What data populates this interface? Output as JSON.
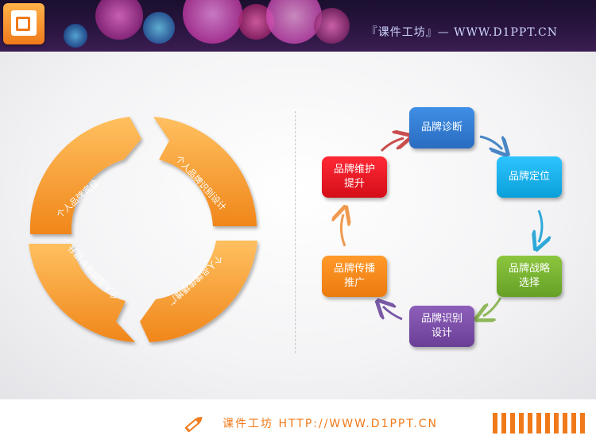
{
  "header": {
    "title": "『课件工坊』— WWW.D1PPT.CN"
  },
  "ring": {
    "segments": [
      {
        "label": "个人品牌定位"
      },
      {
        "label": "个人品牌识别设计"
      },
      {
        "label": "个人品牌传播推广"
      },
      {
        "label": "个人品牌维护提升"
      }
    ],
    "color": "#f39a1c"
  },
  "cycle": {
    "nodes": [
      {
        "line1": "品牌诊断",
        "line2": "",
        "color": "#2f7fd6"
      },
      {
        "line1": "品牌定位",
        "line2": "",
        "color": "#16b4ef"
      },
      {
        "line1": "品牌战略",
        "line2": "选择",
        "color": "#7ab532"
      },
      {
        "line1": "品牌识别",
        "line2": "设计",
        "color": "#7b4ea6"
      },
      {
        "line1": "品牌传播",
        "line2": "推广",
        "color": "#f28a19"
      },
      {
        "line1": "品牌维护",
        "line2": "提升",
        "color": "#e0121e"
      }
    ]
  },
  "footer": {
    "text": "课件工坊 HTTP://WWW.D1PPT.CN",
    "accent": "#f07a1a"
  }
}
